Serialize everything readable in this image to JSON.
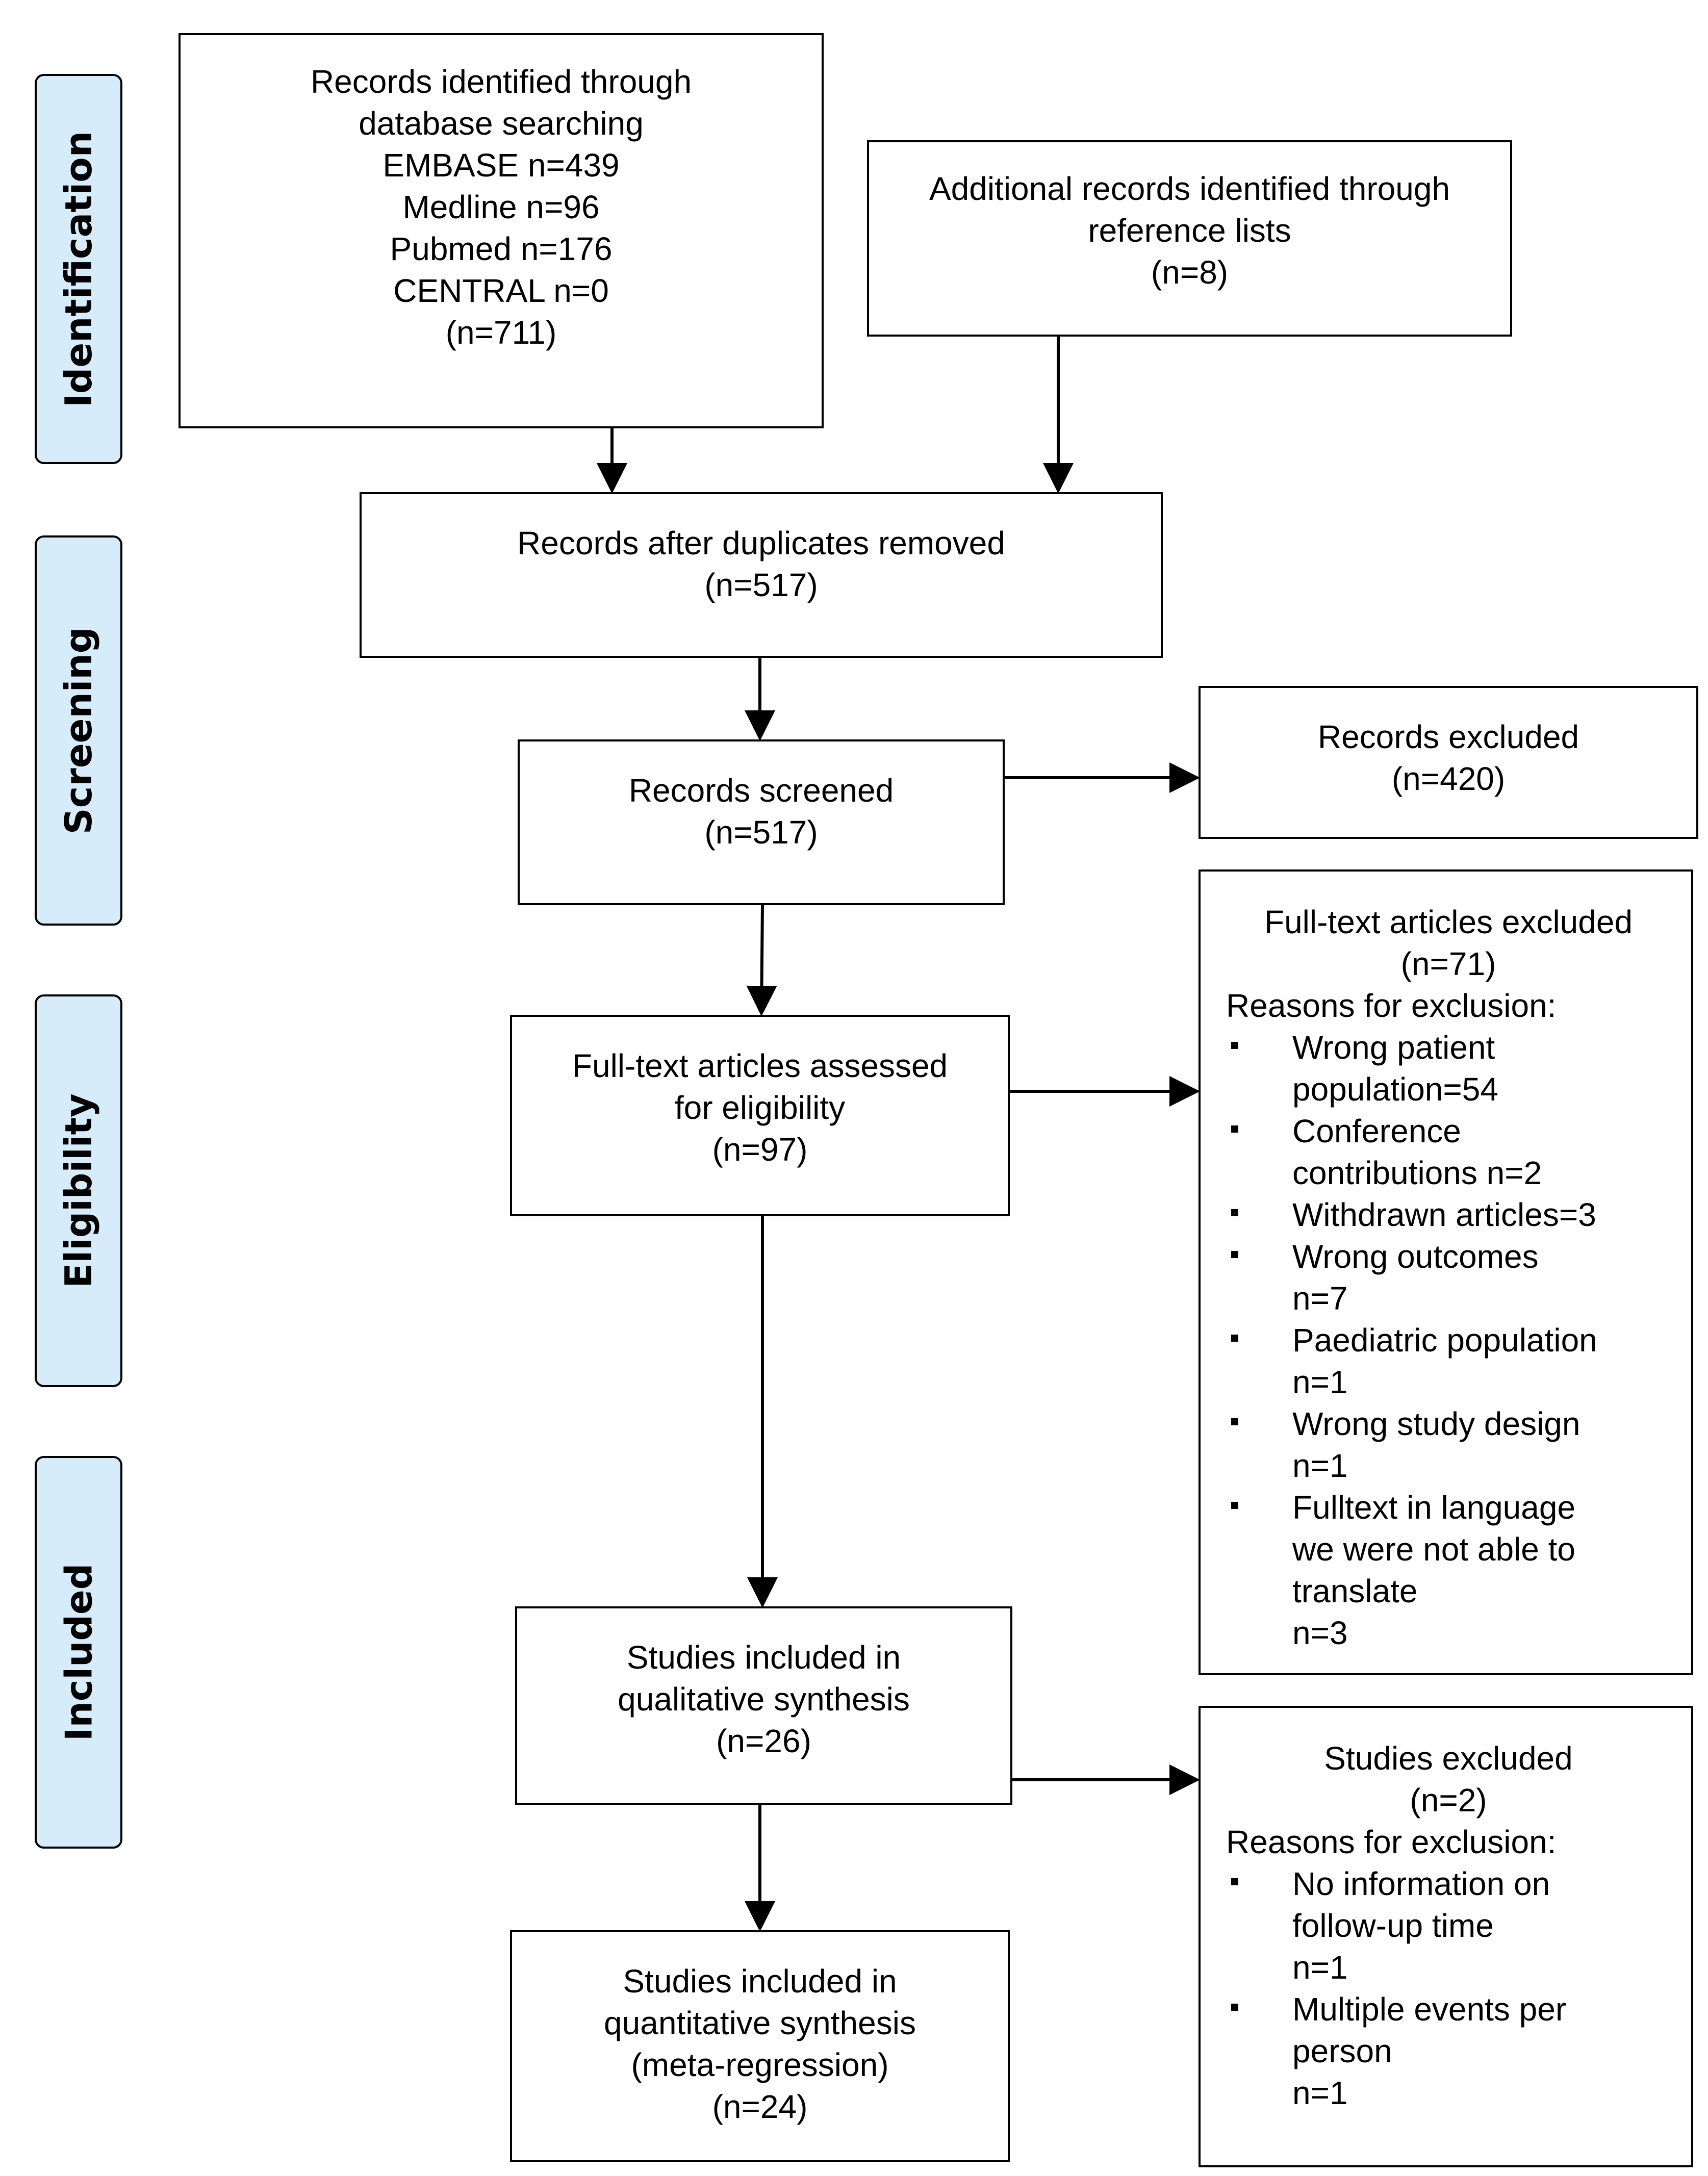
{
  "stages": [
    {
      "label": "Identification"
    },
    {
      "label": "Screening"
    },
    {
      "label": "Eligibility"
    },
    {
      "label": "Included"
    }
  ],
  "identified": {
    "lines": [
      "Records identified through",
      "database searching",
      "EMBASE n=439",
      "Medline n=96",
      "Pubmed n=176",
      "CENTRAL n=0",
      "(n=711)"
    ]
  },
  "additional": {
    "lines": [
      "Additional records identified through",
      "reference lists",
      "(n=8)"
    ]
  },
  "duplicates_removed": {
    "lines": [
      "Records after duplicates removed",
      "(n=517)"
    ]
  },
  "screened": {
    "lines": [
      "Records screened",
      "(n=517)"
    ]
  },
  "records_excluded": {
    "lines": [
      "Records excluded",
      "(n=420)"
    ]
  },
  "fulltext_assessed": {
    "lines": [
      "Full-text articles assessed",
      "for eligibility",
      "(n=97)"
    ]
  },
  "fulltext_excluded": {
    "title": "Full-text articles excluded",
    "count": "(n=71)",
    "reasons_label": "Reasons for exclusion:",
    "reasons": [
      {
        "lines": [
          "Wrong patient",
          "population=54"
        ]
      },
      {
        "lines": [
          "Conference",
          "contributions n=2"
        ]
      },
      {
        "lines": [
          "Withdrawn articles=3"
        ]
      },
      {
        "lines": [
          "Wrong outcomes",
          "n=7"
        ]
      },
      {
        "lines": [
          "Paediatric population",
          "n=1"
        ]
      },
      {
        "lines": [
          "Wrong study design",
          "n=1"
        ]
      },
      {
        "lines": [
          "Fulltext in language",
          "we were not able to",
          "translate",
          "n=3"
        ]
      }
    ]
  },
  "qualitative": {
    "lines": [
      "Studies included in",
      "qualitative synthesis",
      "(n=26)"
    ]
  },
  "studies_excluded": {
    "title": "Studies excluded",
    "count": "(n=2)",
    "reasons_label": "Reasons for exclusion:",
    "reasons": [
      {
        "lines": [
          "No information on",
          "follow-up time",
          "n=1"
        ]
      },
      {
        "lines": [
          "Multiple events per",
          "person",
          "n=1"
        ]
      }
    ]
  },
  "quantitative": {
    "lines": [
      "Studies included in",
      "quantitative synthesis",
      "(meta-regression)",
      "(n=24)"
    ]
  },
  "colors": {
    "stage_fill": "#d7ecfb",
    "stroke": "#000000"
  }
}
